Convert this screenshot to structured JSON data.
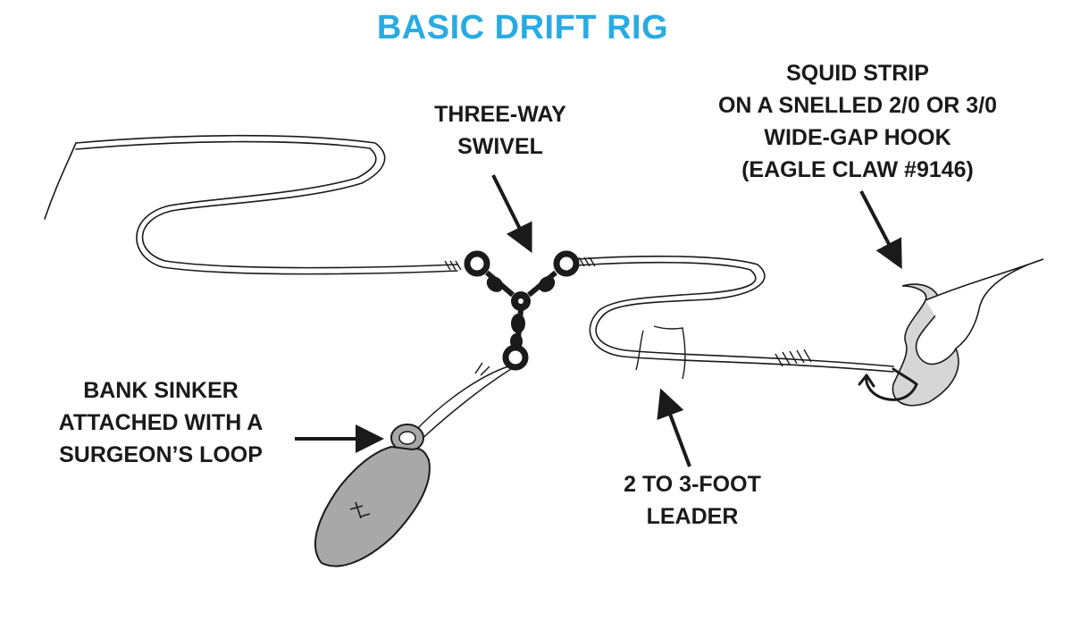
{
  "title": "BASIC DRIFT RIG",
  "colors": {
    "title": "#29abe2",
    "ink": "#1a1a1a",
    "sinker": "#a8a8a8",
    "bait": "#d6d6d6",
    "background": "#ffffff"
  },
  "labels": {
    "swivel": [
      "THREE-WAY",
      "SWIVEL"
    ],
    "squid": [
      "SQUID STRIP",
      "ON A SNELLED 2/0 OR 3/0",
      "WIDE-GAP HOOK",
      "(EAGLE CLAW #9146)"
    ],
    "sinker": [
      "BANK SINKER",
      "ATTACHED WITH A",
      "SURGEON’S LOOP"
    ],
    "leader": [
      "2 TO 3-FOOT",
      "LEADER"
    ]
  },
  "icons": {
    "swivel": "three-way-swivel-icon",
    "sinker": "bank-sinker-icon",
    "bait": "squid-strip-icon",
    "hook": "hook-icon"
  }
}
